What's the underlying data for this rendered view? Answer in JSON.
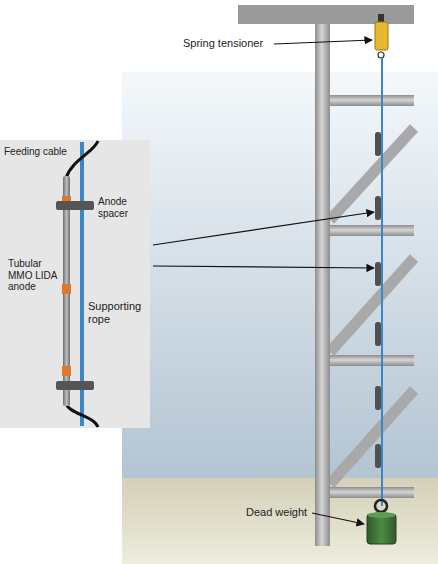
{
  "diagram": {
    "labels": [
      "Spring tensioner",
      "Feeding cable",
      "Anode spacer",
      "Tubular MMO LIDA anode",
      "Supporting rope",
      "Dead weight"
    ]
  }
}
